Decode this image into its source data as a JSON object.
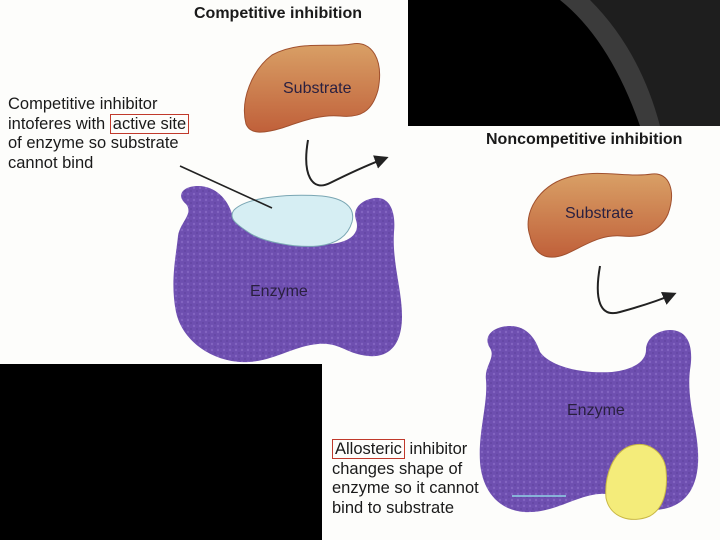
{
  "competitive": {
    "title": "Competitive inhibition",
    "substrate_label": "Substrate",
    "enzyme_label": "Enzyme",
    "caption_line1_prefix": "Competitive inhibitor",
    "caption_line2_prefix": "intoferes with ",
    "caption_line2_boxed": "active site",
    "caption_line3": "of enzyme so substrate",
    "caption_line4": "cannot bind"
  },
  "noncompetitive": {
    "title": "Noncompetitive inhibition",
    "substrate_label": "Substrate",
    "enzyme_label": "Enzyme",
    "caption_line1_boxed": "Allosteric",
    "caption_line1_suffix": " inhibitor",
    "caption_line2": "changes shape of",
    "caption_line3": "enzyme so it cannot",
    "caption_line4": "bind to substrate"
  },
  "colors": {
    "substrate_top": "#d9a066",
    "substrate_bottom": "#c0603a",
    "enzyme": "#6e4fb0",
    "competitive_inhibitor": "#d6eef3",
    "allosteric_inhibitor": "#f4ec7a",
    "box_outline": "#c0392b"
  }
}
